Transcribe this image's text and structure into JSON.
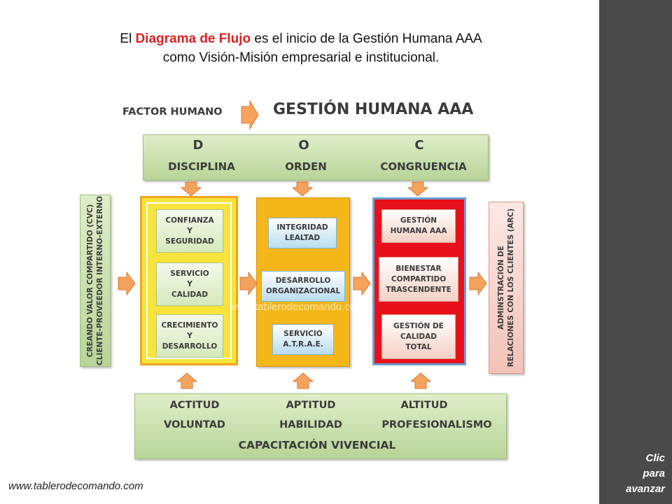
{
  "slide": {
    "title_part1": "El ",
    "title_highlight": "Diagrama de Flujo",
    "title_part2": " es el inicio de la Gestión Humana AAA",
    "title_line2": "como Visión-Misión empresarial e institucional.",
    "footer_url": "www.tablerodecomando.com",
    "click_line1": "Clic",
    "click_line2": "para",
    "click_line3": "avanzar"
  },
  "diagram": {
    "factor_humano": "FACTOR HUMANO",
    "gestion_title": "GESTIÓN  HUMANA AAA",
    "letters": [
      "D",
      "O",
      "C"
    ],
    "top_words": [
      "DISCIPLINA",
      "ORDEN",
      "CONGRUENCIA"
    ],
    "left_vertical_line1": "CREANDO VALOR COMPARTIDO (CVC)",
    "left_vertical_line2": "CLIENTE-PROVEEDOR INTERNO-EXTERNO",
    "right_vertical_line1": "ADMINSTRACIÓN DE",
    "right_vertical_line2": "RELACIONES CON LOS CLIENTES (ARC)",
    "yellow_items": [
      [
        "CONFIANZA",
        "Y",
        "SEGURIDAD"
      ],
      [
        "SERVICIO",
        "Y",
        "CALIDAD"
      ],
      [
        "CRECIMIENTO",
        "Y",
        "DESARROLLO"
      ]
    ],
    "orange_items": [
      [
        "INTEGRIDAD",
        "LEALTAD"
      ],
      [
        "DESARROLLO",
        "ORGANIZACIONAL"
      ],
      [
        "SERVICIO",
        "A.T.R.A.E."
      ]
    ],
    "red_items": [
      [
        "GESTIÓN",
        "HUMANA AAA"
      ],
      [
        "BIENESTAR",
        "COMPARTIDO",
        "TRASCENDENTE"
      ],
      [
        "GESTIÓN DE",
        "CALIDAD",
        "TOTAL"
      ]
    ],
    "bottom_row1": [
      "ACTITUD",
      "APTITUD",
      "ALTITUD"
    ],
    "bottom_row2": [
      "VOLUNTAD",
      "HABILIDAD",
      "PROFESIONALISMO"
    ],
    "bottom_title": "CAPACITACIÓN VIVENCIAL",
    "watermark": "www.tablerodecomando.com"
  },
  "colors": {
    "accent_red": "#e02020",
    "sidebar": "#4a4a4a",
    "arrow_orange": "#f5a25d",
    "yellow_column": "#f6e33b",
    "orange_column": "#f4b619",
    "red_column": "#e8101a"
  }
}
